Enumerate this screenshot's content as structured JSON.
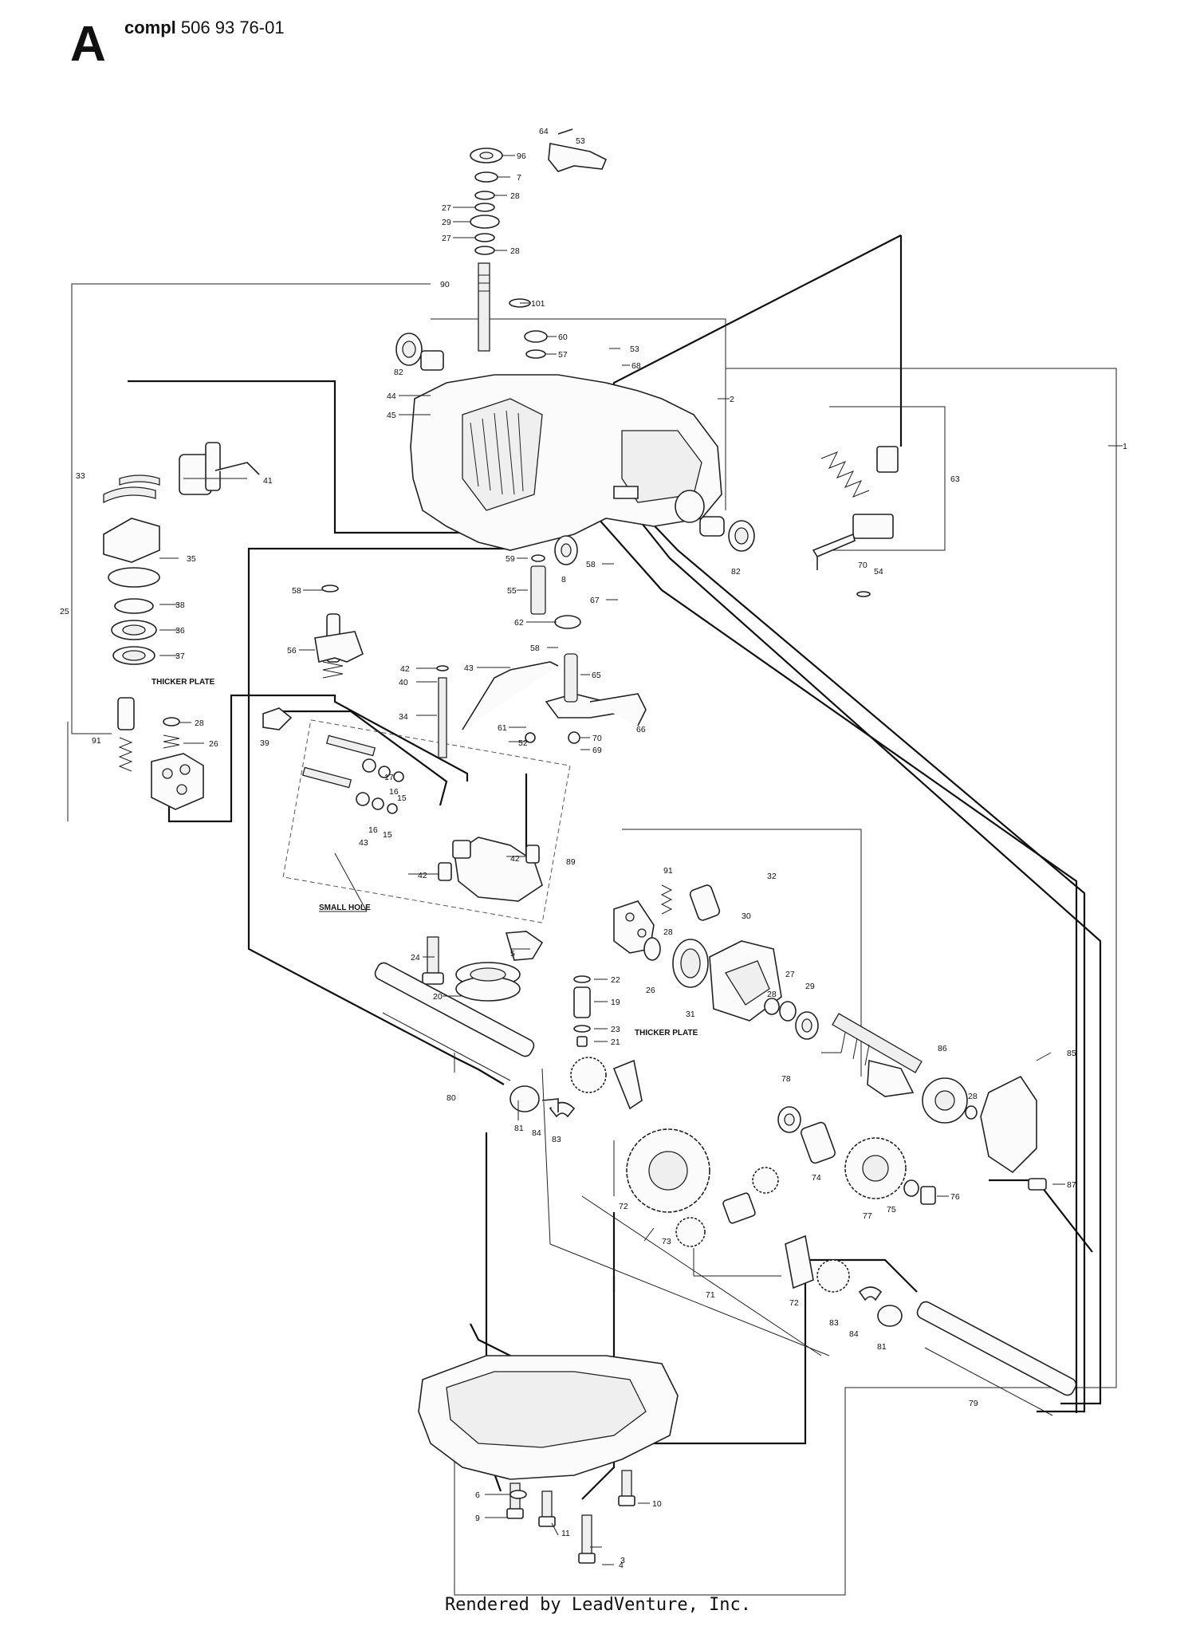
{
  "header": {
    "page_letter": "A",
    "compl_word": "compl",
    "part_number": "506 93 76-01"
  },
  "notes": {
    "thicker_plate_1": "THICKER PLATE",
    "thicker_plate_2": "THICKER PLATE",
    "small_hole": "SMALL HOLE"
  },
  "footer": "Rendered by LeadVenture, Inc.",
  "callouts": [
    "1",
    "2",
    "3",
    "4",
    "5",
    "6",
    "7",
    "8",
    "9",
    "10",
    "11",
    "15",
    "15",
    "16",
    "16",
    "17",
    "19",
    "20",
    "21",
    "22",
    "23",
    "24",
    "25",
    "26",
    "26",
    "27",
    "27",
    "27",
    "28",
    "28",
    "28",
    "28",
    "28",
    "28",
    "29",
    "29",
    "30",
    "31",
    "32",
    "33",
    "34",
    "35",
    "36",
    "37",
    "38",
    "39",
    "40",
    "41",
    "42",
    "42",
    "42",
    "43",
    "43",
    "44",
    "45",
    "52",
    "53",
    "53",
    "54",
    "55",
    "56",
    "57",
    "58",
    "58",
    "58",
    "59",
    "60",
    "61",
    "62",
    "63",
    "64",
    "65",
    "66",
    "67",
    "68",
    "69",
    "70",
    "70",
    "71",
    "72",
    "72",
    "73",
    "74",
    "75",
    "76",
    "77",
    "78",
    "79",
    "80",
    "81",
    "81",
    "82",
    "82",
    "83",
    "83",
    "84",
    "84",
    "85",
    "86",
    "87",
    "89",
    "90",
    "91",
    "91",
    "96",
    "101"
  ]
}
